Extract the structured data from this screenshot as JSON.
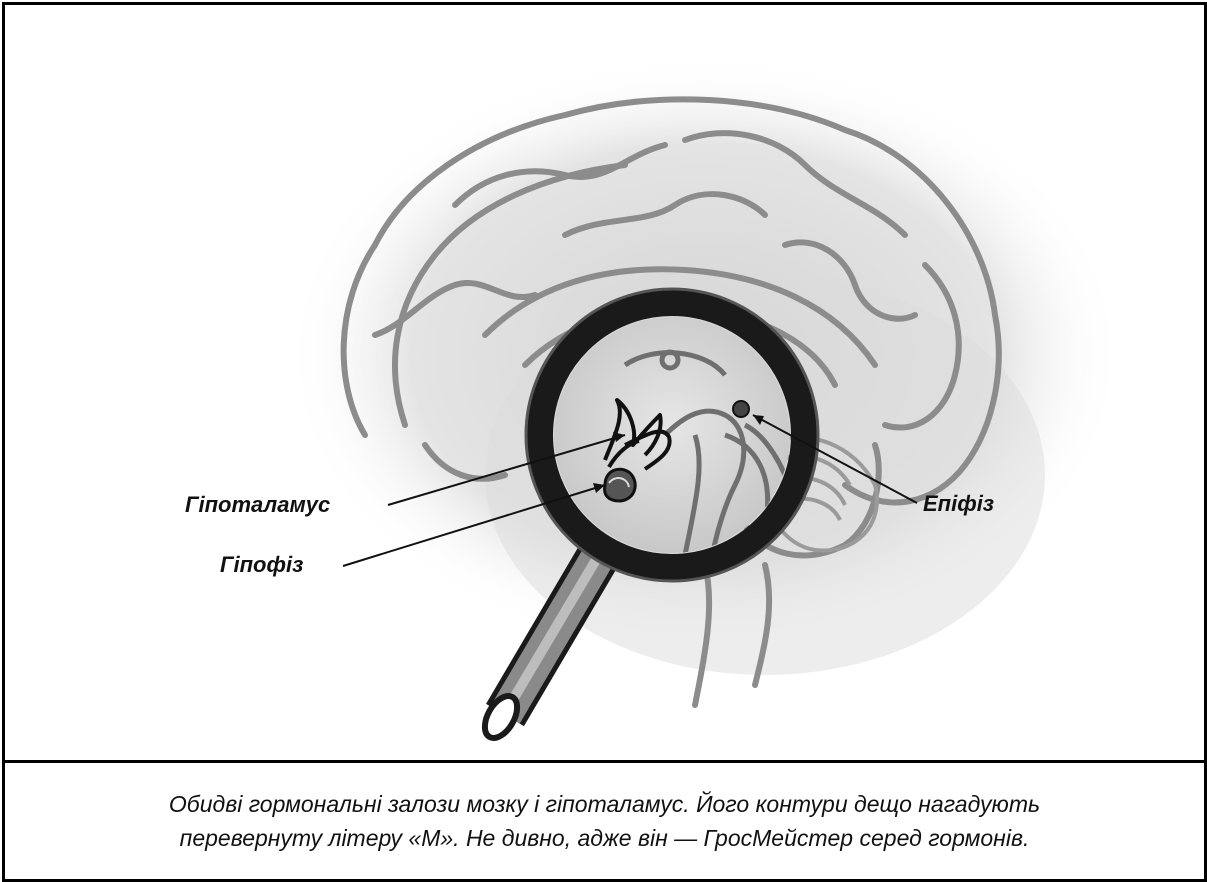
{
  "labels": {
    "hypothalamus": "Гіпоталамус",
    "pituitary": "Гіпофіз",
    "pineal": "Епіфіз"
  },
  "caption": {
    "line1": "Обидві гормональні залози мозку і гіпоталамус. Його контури дещо нагадують",
    "line2": "перевернуту літеру «М». Не дивно, адже він — ГросМейстер серед гормонів."
  },
  "colors": {
    "background": "#ffffff",
    "brain_outline": "#8c8c8c",
    "magnifier_ring": "#1a1a1a"
  }
}
